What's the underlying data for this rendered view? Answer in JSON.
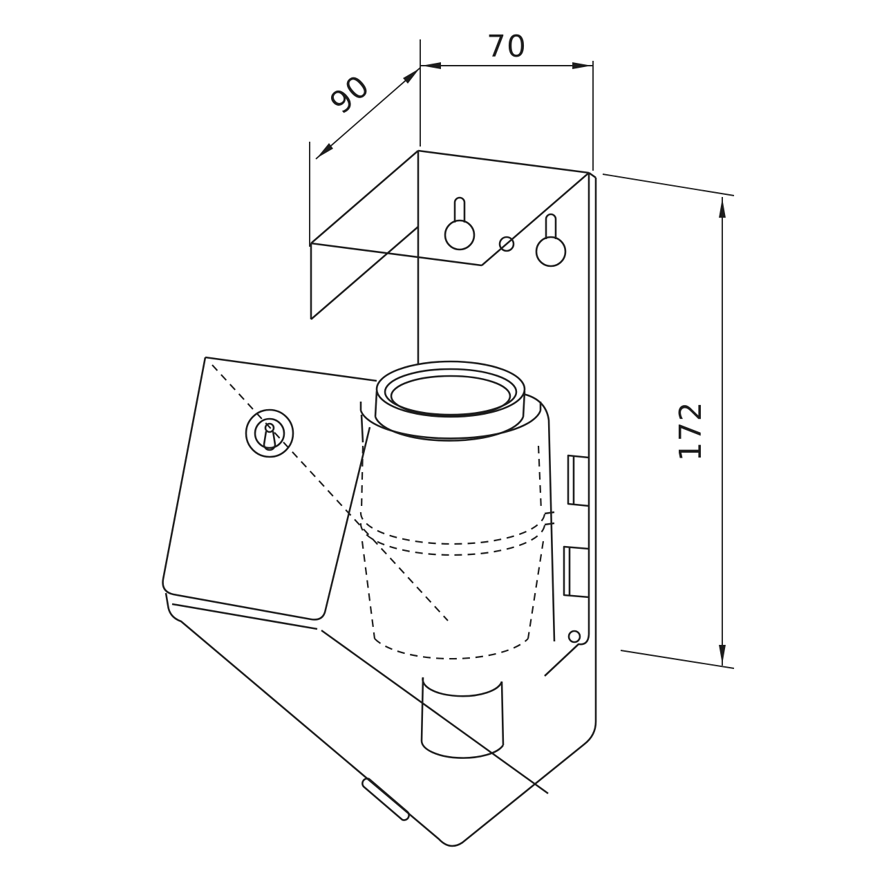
{
  "drawing": {
    "kind": "isometric dimensional technical drawing",
    "subject": "wall-mounted soap dispenser with mounting bracket",
    "labels": {
      "width": "70",
      "depth": "90",
      "height": "172"
    },
    "line_color": "#1c1c1c",
    "background": "#ffffff"
  }
}
